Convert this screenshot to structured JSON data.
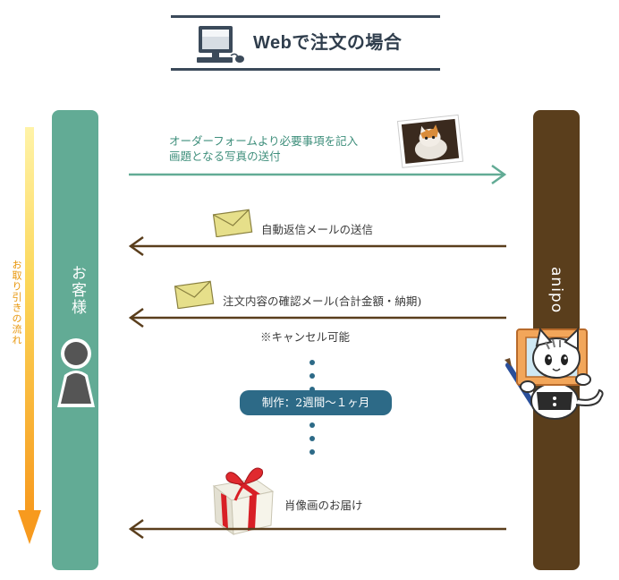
{
  "title": "Webで注文の場合",
  "flow_label": "お取り引きの流れ",
  "actors": {
    "customer": "お客様",
    "shop": "anipo"
  },
  "steps": [
    {
      "line1": "オーダーフォームより必要事項を記入",
      "line2": "画題となる写真の送付"
    },
    {
      "line1": "自動返信メールの送信"
    },
    {
      "line1": "注文内容の確認メール(合計金額・納期)"
    },
    {
      "line1": "肖像画のお届け"
    }
  ],
  "cancel_note": "※キャンセル可能",
  "production_period": "制作：2週間〜１ヶ月",
  "colors": {
    "customer": "#62ab95",
    "shop": "#5a3e1c",
    "teal_arrow": "#62ab95",
    "brown_arrow": "#5a3e1c",
    "pill": "#2d6a87",
    "flow": "#f5a623"
  },
  "icons": [
    "computer-icon",
    "person-icon",
    "photo-icon",
    "envelope-icon",
    "gift-icon",
    "cat-mascot"
  ]
}
